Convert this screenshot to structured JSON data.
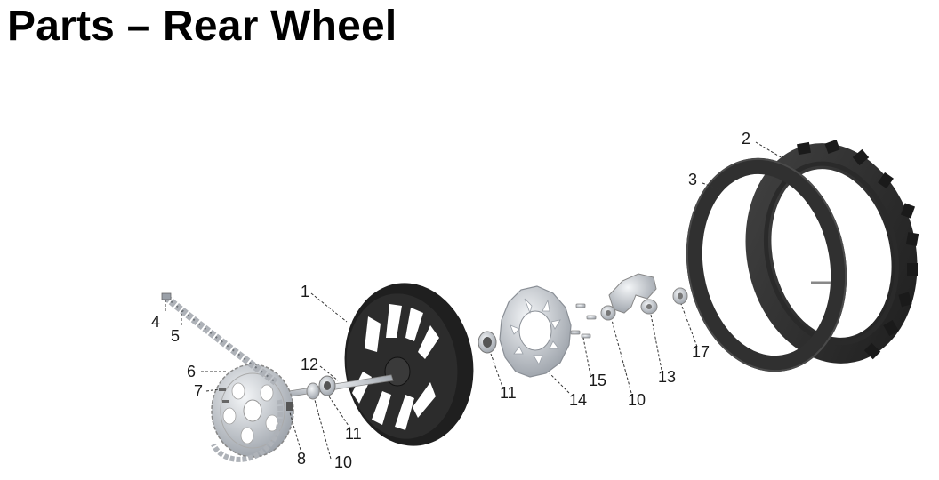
{
  "page": {
    "title": "Parts – Rear Wheel"
  },
  "callouts": {
    "c1": "1",
    "c2": "2",
    "c3": "3",
    "c4": "4",
    "c5": "5",
    "c6": "6",
    "c7": "7",
    "c8": "8",
    "c10a": "10",
    "c10b": "10",
    "c11a": "11",
    "c11b": "11",
    "c12": "12",
    "c13": "13",
    "c14": "14",
    "c15": "15",
    "c17": "17"
  },
  "colors": {
    "tire": "#2e2e2e",
    "wheel": "#262626",
    "metal": "#c8ccd2",
    "text": "#1a1a1a"
  }
}
